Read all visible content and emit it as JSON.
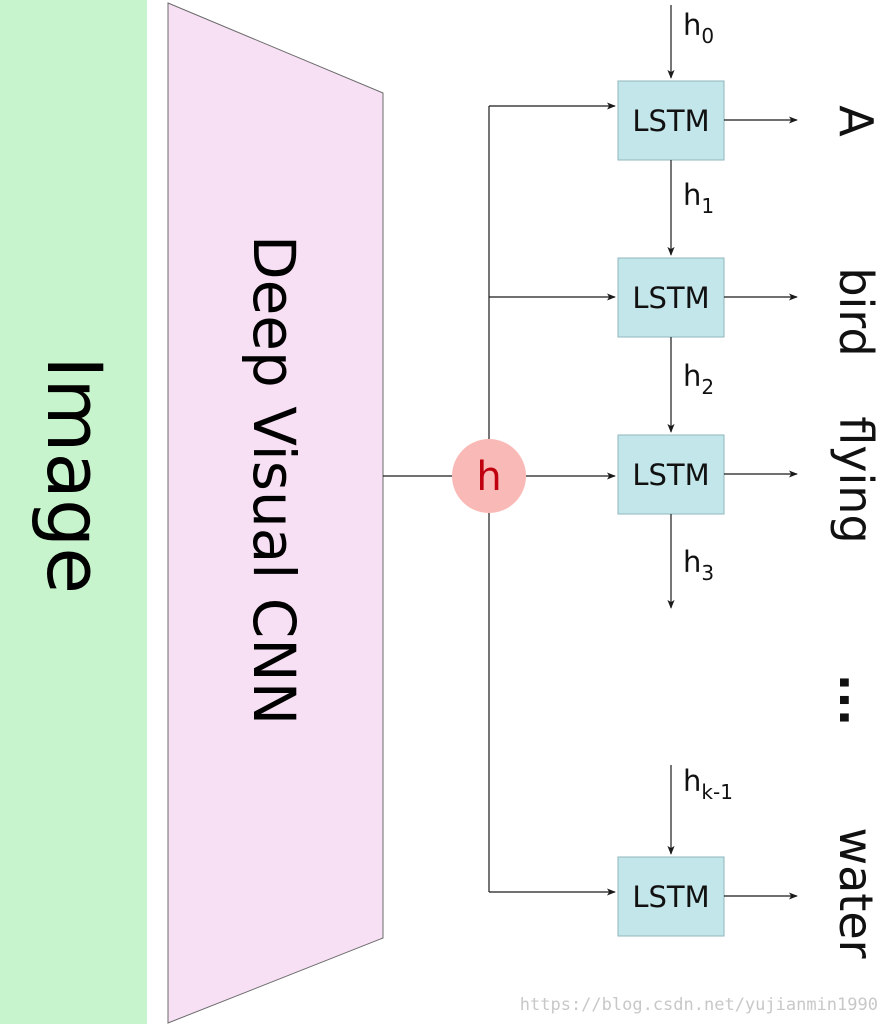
{
  "labels": {
    "image": "Image",
    "cnn": "Deep Visual CNN",
    "feature": "h"
  },
  "lstm_cells": [
    {
      "label": "LSTM"
    },
    {
      "label": "LSTM"
    },
    {
      "label": "LSTM"
    },
    {
      "label": "LSTM"
    }
  ],
  "hidden_states": [
    {
      "base": "h",
      "sub": "0"
    },
    {
      "base": "h",
      "sub": "1"
    },
    {
      "base": "h",
      "sub": "2"
    },
    {
      "base": "h",
      "sub": "3"
    },
    {
      "base": "h",
      "sub": "k-1"
    }
  ],
  "words": [
    "A",
    "bird",
    "flying",
    "...",
    "water"
  ],
  "watermark": "https://blog.csdn.net/yujianmin1990",
  "colors": {
    "image_band": "#c8f4cd",
    "cnn_fill": "#f7dff4",
    "lstm_fill": "#c3e6ea",
    "feature_node": "#f9b9b6",
    "feature_text": "#c0000f"
  }
}
